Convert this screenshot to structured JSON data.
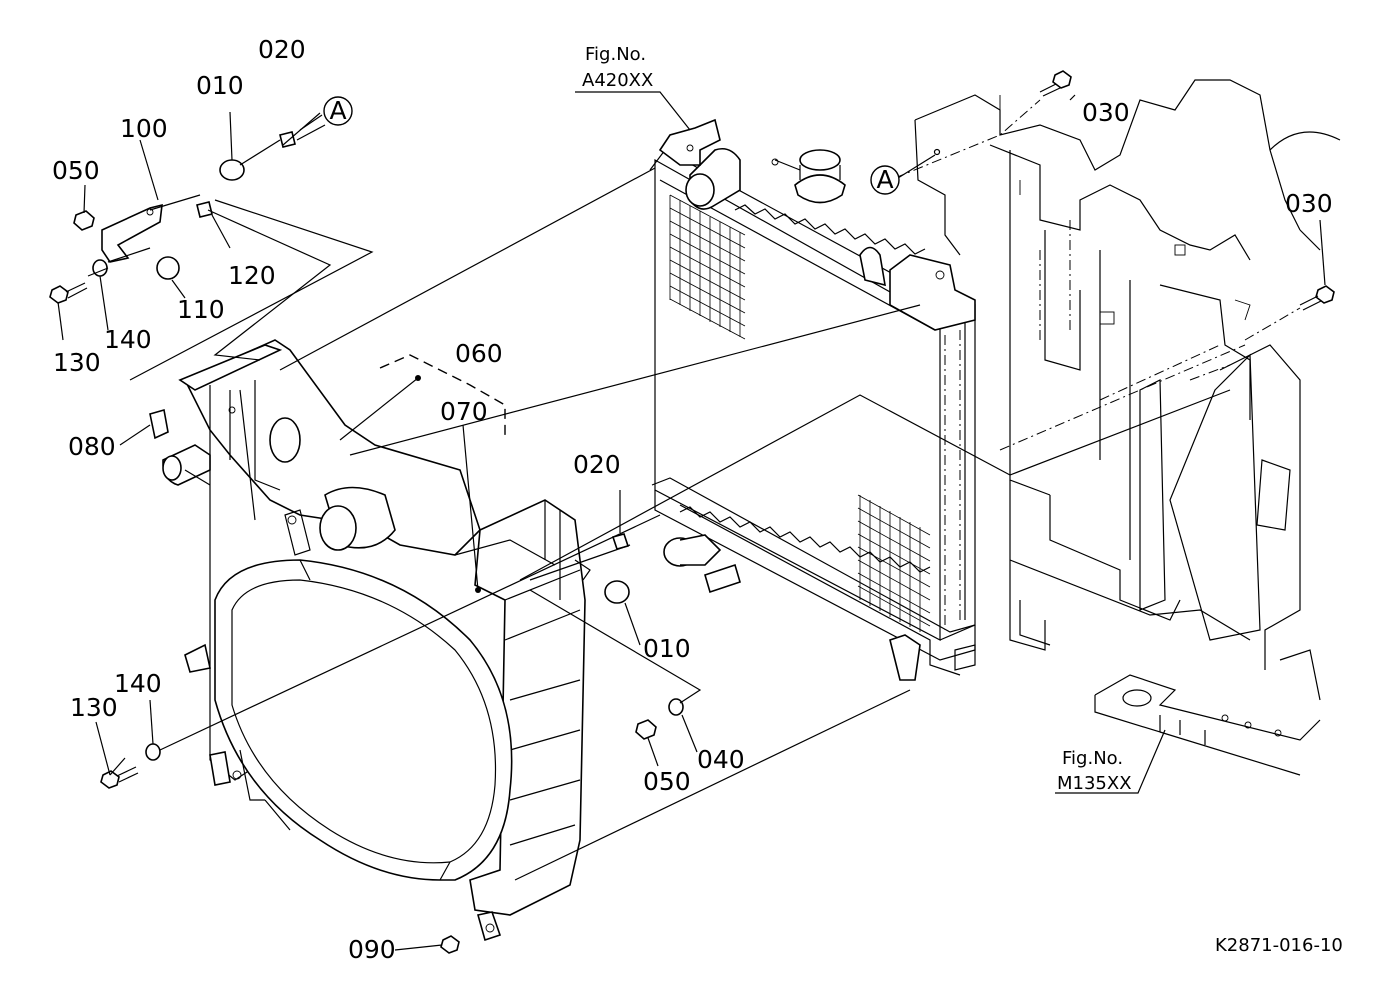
{
  "figure": {
    "ref_top": {
      "line1": "Fig.No.",
      "line2": "A420XX"
    },
    "ref_bottom": {
      "line1": "Fig.No.",
      "line2": "M135XX"
    },
    "drawing_code": "K2871-016-10",
    "marker": "A"
  },
  "callouts": {
    "p010_top": "010",
    "p020_top": "020",
    "p100": "100",
    "p050_top": "050",
    "p120": "120",
    "p110": "110",
    "p140_top": "140",
    "p130_top": "130",
    "p060": "060",
    "p070": "070",
    "p080": "080",
    "p020_mid": "020",
    "p010_mid": "010",
    "p140_bot": "140",
    "p130_bot": "130",
    "p040": "040",
    "p050_bot": "050",
    "p090": "090",
    "p030_top": "030",
    "p030_right": "030"
  }
}
